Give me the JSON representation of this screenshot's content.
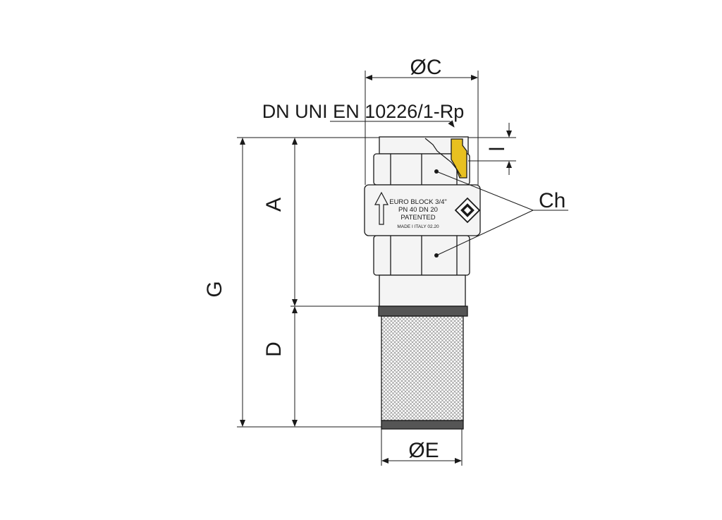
{
  "labels": {
    "oc": "ØC",
    "standard": "DN UNI EN 10226/1-Rp",
    "l": "l",
    "ch": "Ch",
    "a": "A",
    "g": "G",
    "d": "D",
    "oe": "ØE"
  },
  "engraving": {
    "line1": "EURO BLOCK 3/4\"",
    "line2": "PN 40  DN 20",
    "line3": "PATENTED",
    "line4": "MADE I ITALY 02.20"
  },
  "colors": {
    "thread": "#e8c020",
    "body_fill": "#f4f4f4",
    "stroke": "#1a1a1a",
    "ring": "#555555",
    "mesh": "#8c8c8c"
  }
}
